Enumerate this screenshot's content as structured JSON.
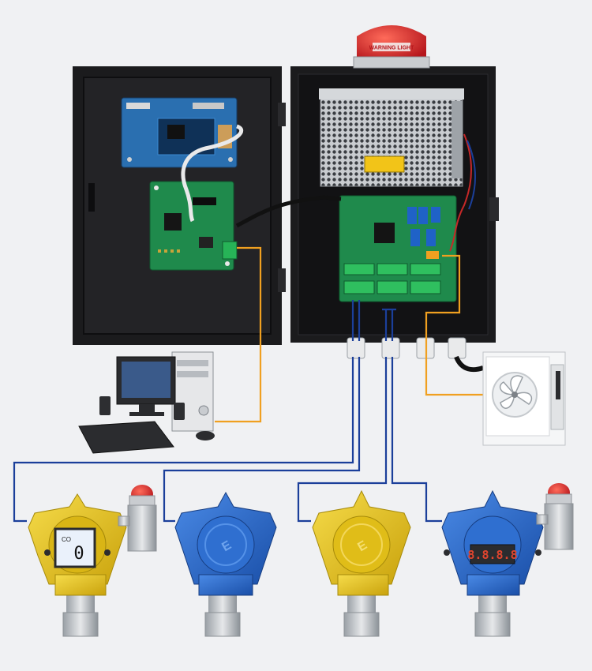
{
  "alarm_light": {
    "label": "WARNING LIGHT"
  },
  "detector_1": {
    "display_value": "0",
    "display_tag": "CO"
  },
  "detector_4": {
    "display_digits": "8.8.8.8"
  },
  "colors": {
    "background": "#f0f1f3",
    "cabinet": "#1c1c1e",
    "pcb_green": "#1f8a4c",
    "pcb_blue": "#1e6fb8",
    "wire_blue": "#1b3f9a",
    "wire_orange": "#f0a020",
    "detector_yellow": "#e8c21a",
    "detector_blue": "#2563c9",
    "alarm_red": "#d8262a"
  },
  "icons": [
    "warning-light-icon",
    "pc-icon",
    "exhaust-fan-icon",
    "gas-detector-icon",
    "alarm-beacon-icon"
  ]
}
